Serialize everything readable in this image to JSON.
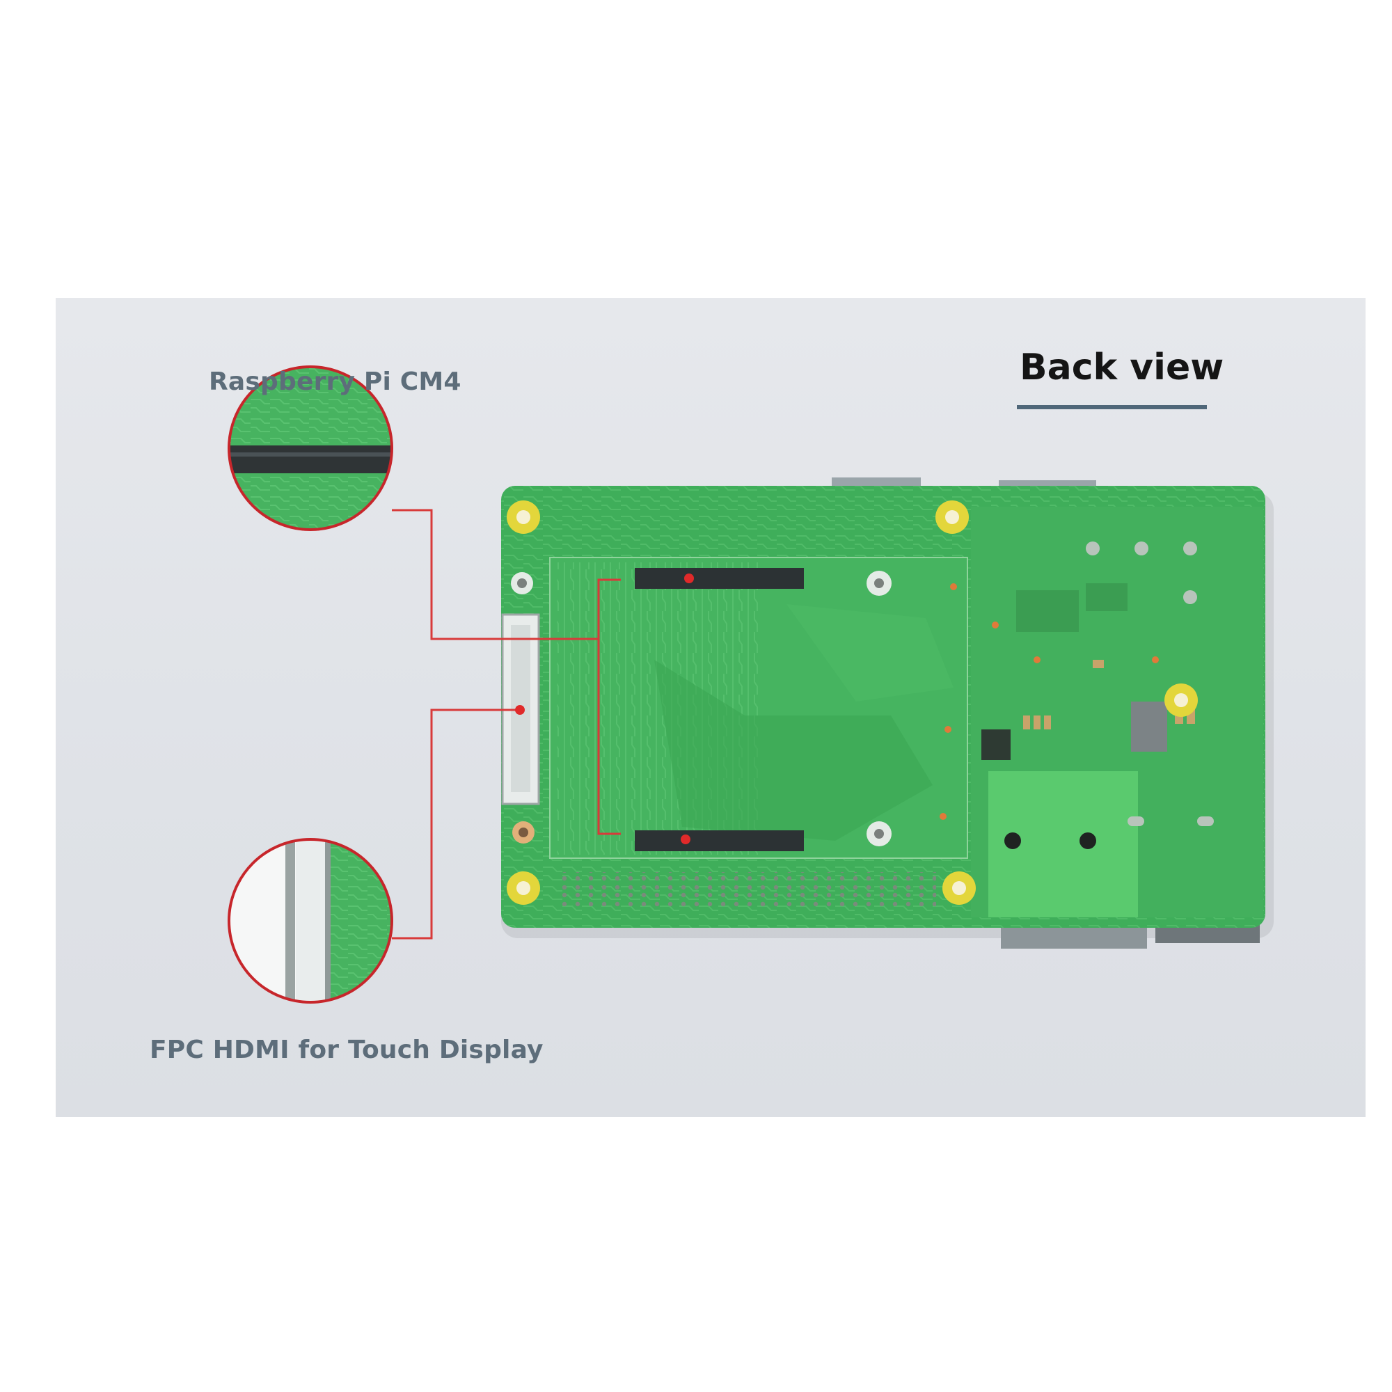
{
  "header": {
    "title": "Back view"
  },
  "callouts": {
    "cm4_label": "Raspberry Pi CM4",
    "fpc_label": "FPC HDMI for Touch Display"
  },
  "colors": {
    "panel_background": "#e3e6ea",
    "pcb_green": "#3fae5a",
    "callout_line": "#d83a3a",
    "label_text": "#5d6d7a",
    "title_text": "#151515",
    "title_underline": "#4f6779"
  },
  "icons": [
    "pcb-board-photo",
    "cm4-connector-zoom",
    "fpc-connector-zoom"
  ]
}
